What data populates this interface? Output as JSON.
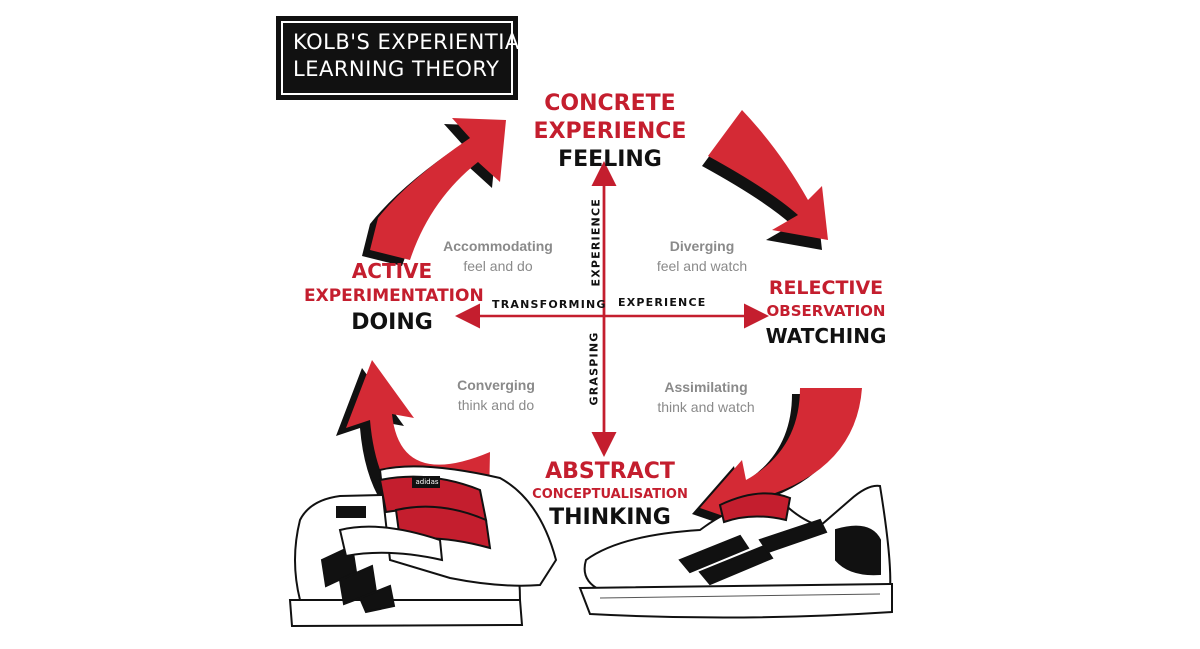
{
  "title": {
    "line1": "KOLB'S EXPERIENTIAL",
    "line2": "LEARNING THEORY"
  },
  "stages": {
    "top": {
      "line1": "CONCRETE",
      "line2": "EXPERIENCE",
      "line3": "FEELING"
    },
    "right": {
      "line1": "RELECTIVE",
      "line2": "OBSERVATION",
      "line3": "WATCHING"
    },
    "bottom": {
      "line1": "ABSTRACT",
      "line2": "CONCEPTUALISATION",
      "line3": "THINKING"
    },
    "left": {
      "line1": "ACTIVE",
      "line2": "EXPERIMENTATION",
      "line3": "DOING"
    }
  },
  "quadrants": {
    "top_left": {
      "title": "Accommodating",
      "sub": "feel and do"
    },
    "top_right": {
      "title": "Diverging",
      "sub": "feel and watch"
    },
    "bottom_left": {
      "title": "Converging",
      "sub": "think and do"
    },
    "bottom_right": {
      "title": "Assimilating",
      "sub": "think and watch"
    }
  },
  "axes": {
    "vertical_top": "EXPERIENCE",
    "vertical_bottom": "GRASPING",
    "horizontal_left": "TRANSFORMING",
    "horizontal_right": "EXPERIENCE"
  },
  "shoe_brand_text": "adidas",
  "colors": {
    "accent_red": "#c41e2e",
    "ink": "#111111",
    "quadrant_gray": "#8a8a8a"
  }
}
